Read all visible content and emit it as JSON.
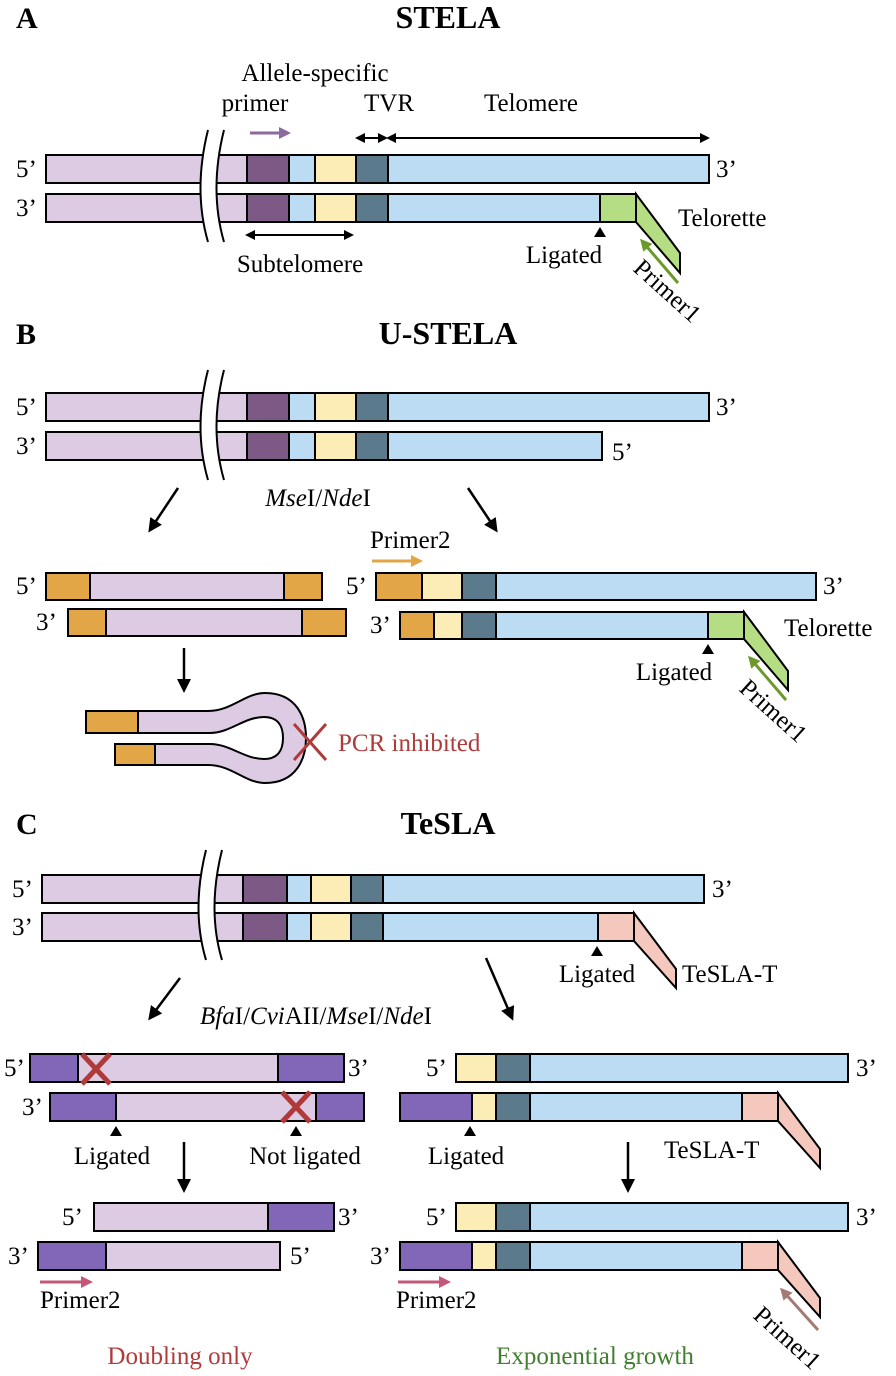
{
  "panels": [
    {
      "letter": "A",
      "title": "STELA"
    },
    {
      "letter": "B",
      "title": "U-STELA"
    },
    {
      "letter": "C",
      "title": "TeSLA"
    }
  ],
  "labels": {
    "allele_specific_line1": "Allele-specific",
    "allele_specific_line2": "primer",
    "tvr": "TVR",
    "telomere": "Telomere",
    "subtelomere": "Subtelomere",
    "telorette": "Telorette",
    "ligated": "Ligated",
    "not_ligated": "Not ligated",
    "primer1": "Primer1",
    "primer2": "Primer2",
    "pcr_inhibited": "PCR inhibited",
    "tesla_t": "TeSLA-T",
    "doubling_only": "Doubling only",
    "exponential_growth": "Exponential growth",
    "five_prime": "5’",
    "three_prime": "3’"
  },
  "enzymes_b": [
    {
      "text": "Mse",
      "italic": true
    },
    {
      "text": "I/",
      "italic": false
    },
    {
      "text": "Nde",
      "italic": true
    },
    {
      "text": "I",
      "italic": false
    }
  ],
  "enzymes_c": [
    {
      "text": "Bfa",
      "italic": true
    },
    {
      "text": "I/",
      "italic": false
    },
    {
      "text": "Cvi",
      "italic": true
    },
    {
      "text": "AII/",
      "italic": false
    },
    {
      "text": "Mse",
      "italic": true
    },
    {
      "text": "I/",
      "italic": false
    },
    {
      "text": "Nde",
      "italic": true
    },
    {
      "text": "I",
      "italic": false
    }
  ],
  "colors": {
    "subtelomere": "#dccbe3",
    "allele_site": "#7d5a86",
    "tvr_light": "#bcdcf3",
    "tvr_yellow": "#fbedb5",
    "tvr_dark": "#5b7a8c",
    "telomere": "#bcdcf3",
    "telorette": "#b5dd84",
    "primer_green": "#6b9a2a",
    "orange": "#e3a646",
    "tesla_t": "#f5c8be",
    "adapter_purple": "#8266b8",
    "primer_purple": "#8c6aa0",
    "primer_pink": "#c4587a",
    "primer_brown": "#a47a74",
    "red_x": "#b03a3a"
  }
}
